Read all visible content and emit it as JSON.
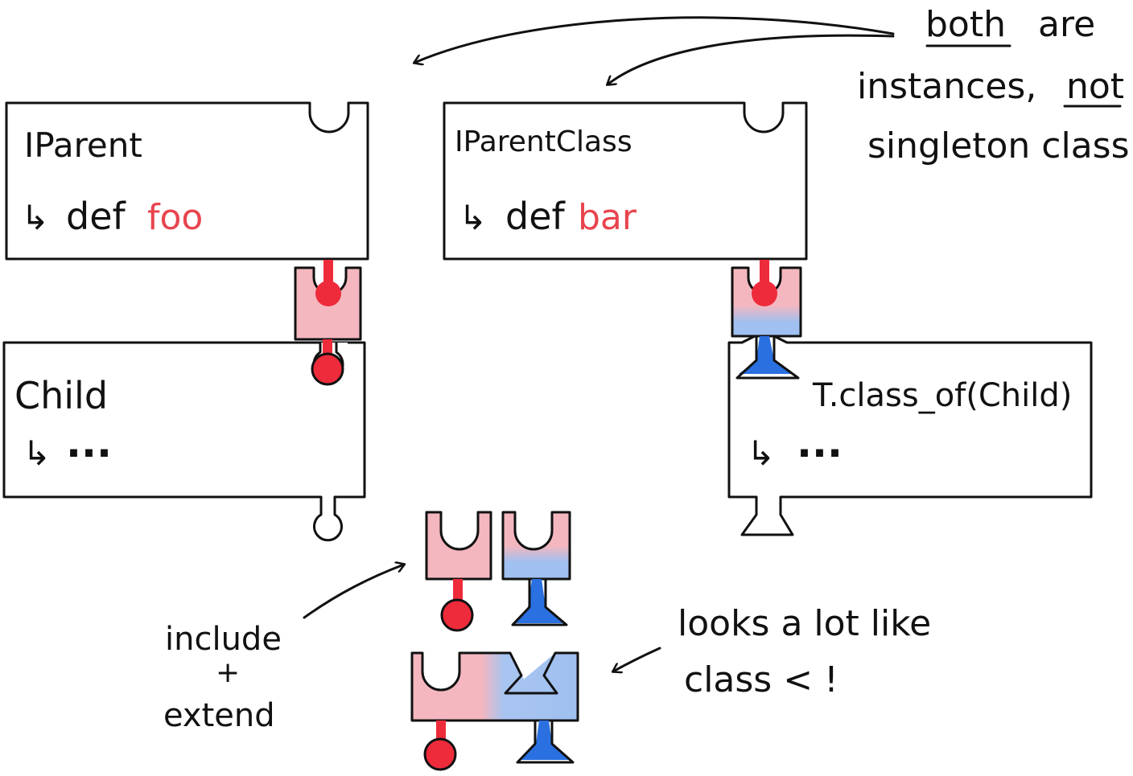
{
  "annotations": {
    "both_are_line1_word1": "both",
    "both_are_line1_word2": "are",
    "both_are_line2_prefix": "instances,",
    "both_are_line2_word": "not",
    "both_are_line3": "singleton class",
    "include_extend_line1": "include",
    "include_extend_line2": "+",
    "include_extend_line3": "extend",
    "looks_like_line1": "looks a lot like",
    "looks_like_line2": "class < !"
  },
  "boxes": {
    "iparent": {
      "title": "IParent",
      "arrow": "↳",
      "def_keyword": "def",
      "method": "foo"
    },
    "iparent_class": {
      "title": "IParentClass",
      "arrow": "↳",
      "def_keyword": "def",
      "method": "bar"
    },
    "child": {
      "title": "Child",
      "arrow": "↳",
      "body": "..."
    },
    "class_of_child": {
      "title": "T.class_of(Child)",
      "arrow": "↳",
      "body": "..."
    }
  },
  "colors": {
    "ink": "#111111",
    "red": "#ee2b3b",
    "blue": "#2a70e0",
    "pink_shade": "#f4b7bf",
    "blue_shade": "#9fc0f0",
    "method_text": "#e8454f"
  },
  "icons": {
    "round_connector": "round-knob-socket-connector",
    "trapezoid_connector": "trapezoid-knob-socket-connector",
    "arrow": "curved-arrow"
  }
}
